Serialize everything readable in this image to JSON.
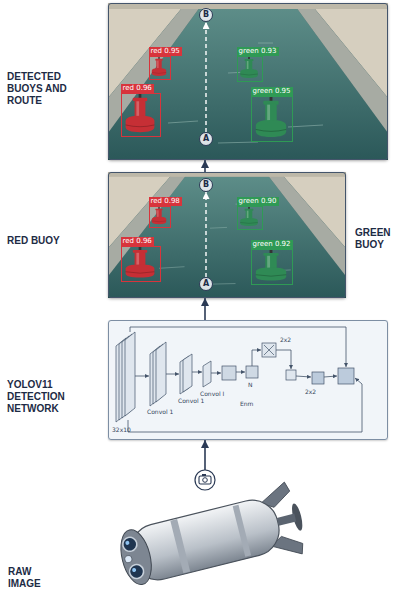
{
  "diagram": {
    "nodes": [
      {
        "text": [
          "DETECTED BUOYS AND ROUTE"
        ]
      },
      {
        "text": [
          "red 0.95"
        ],
        "in": 0
      },
      {
        "text": [
          "green 0.93"
        ],
        "in": 0
      },
      {
        "text": [
          "red 0.96"
        ],
        "in": 0
      },
      {
        "text": [
          "green 0.95"
        ],
        "in": 0
      },
      {
        "text": [
          "B"
        ],
        "in": 0
      },
      {
        "text": [
          "A"
        ],
        "in": 0
      },
      {
        "text": [
          "RED BUOY",
          "GREEN BUOY"
        ]
      },
      {
        "text": [
          "red 0.98"
        ],
        "in": 7
      },
      {
        "text": [
          "green 0.90"
        ],
        "in": 7
      },
      {
        "text": [
          "red 0.96"
        ],
        "in": 7
      },
      {
        "text": [
          "green 0.92"
        ],
        "in": 7
      },
      {
        "text": [
          "B"
        ],
        "in": 7
      },
      {
        "text": [
          "A"
        ],
        "in": 7
      },
      {
        "text": [
          "YOLOV11 DETECTION NETWORK"
        ]
      },
      {
        "text": [
          "RAW IMAGE"
        ]
      }
    ],
    "edges": [
      {
        "from": 6,
        "to": 5,
        "arrow": "to"
      },
      {
        "from": 13,
        "to": 12,
        "arrow": "to"
      },
      {
        "from": 15,
        "to": 14,
        "arrow": "to"
      },
      {
        "from": 14,
        "to": 7,
        "arrow": "to"
      },
      {
        "from": 7,
        "to": 0,
        "arrow": "to"
      }
    ],
    "labels": [
      "32x10",
      "Convol 1",
      "Convol 1",
      "Convol I",
      "N",
      "Enm",
      "2x2",
      "2x2"
    ]
  }
}
